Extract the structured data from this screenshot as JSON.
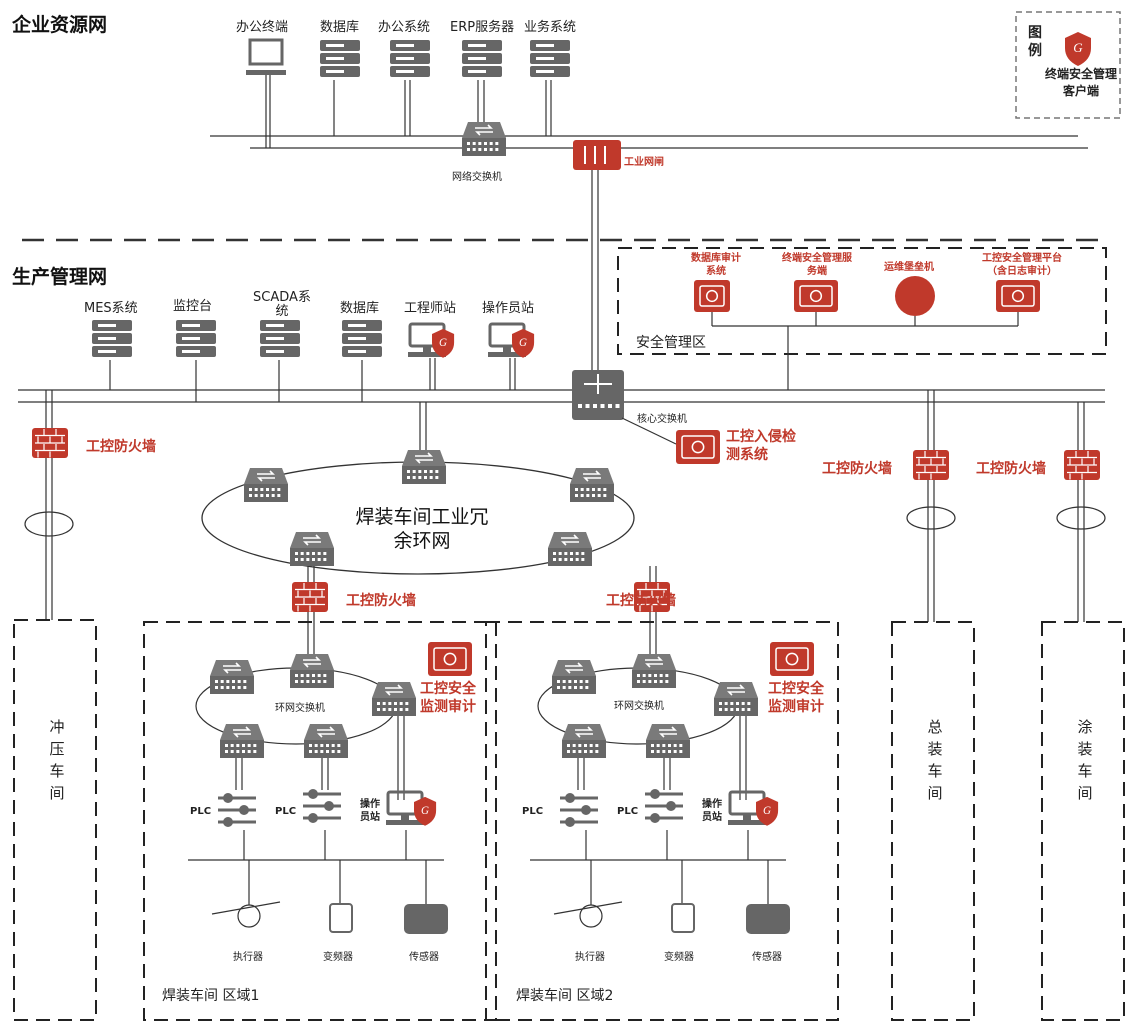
{
  "sections": {
    "enterprise": "企业资源网",
    "production": "生产管理网",
    "security_zone": "安全管理区"
  },
  "legend": {
    "title": "图例",
    "item": "终端安全管理客户端"
  },
  "enterprise_devices": [
    "办公终端",
    "数据库",
    "办公系统",
    "ERP服务器",
    "业务系统"
  ],
  "enterprise_switch": "网络交换机",
  "industrial_gateway": "工业网闸",
  "security_devices": [
    "数据库审计系统",
    "终端安全管理服务端",
    "运维堡垒机",
    "工控安全管理平台（含日志审计）"
  ],
  "production_devices": [
    "MES系统",
    "监控台",
    "SCADA系统",
    "数据库",
    "工程师站",
    "操作员站"
  ],
  "core_switch": "核心交换机",
  "ids": "工控入侵检测系统",
  "firewall": "工控防火墙",
  "ring_main": "焊装车间工业冗余环网",
  "ring_switch": "环网交换机",
  "audit": "工控安全监测审计",
  "plc": "PLC",
  "operator_station": "操作员站",
  "field_devices": [
    "执行器",
    "变频器",
    "传感器"
  ],
  "areas": {
    "stamping": "冲压车间",
    "assembly": "总装车间",
    "painting": "涂装车间",
    "weld1": "焊装车间 区域1",
    "weld2": "焊装车间 区域2"
  },
  "colors": {
    "accent": "#c0392b",
    "device": "#666666",
    "line": "#333333"
  }
}
